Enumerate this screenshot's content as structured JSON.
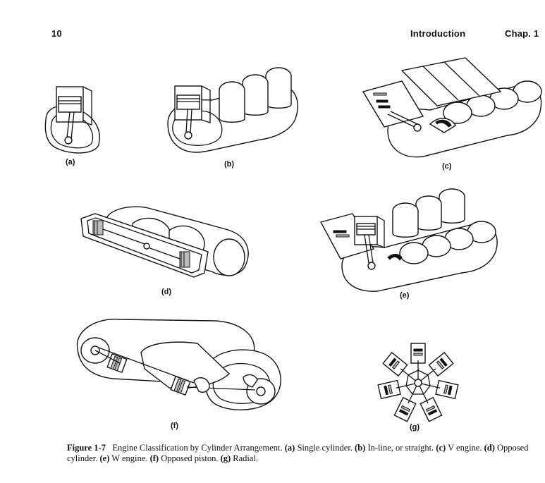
{
  "header": {
    "page_number": "10",
    "section": "Introduction",
    "chapter": "Chap. 1"
  },
  "figures": [
    {
      "label": "(a)"
    },
    {
      "label": "(b)"
    },
    {
      "label": "(c)"
    },
    {
      "label": "(d)"
    },
    {
      "label": "(e)"
    },
    {
      "label": "(f)"
    },
    {
      "label": "(g)"
    }
  ],
  "caption": {
    "figure_id": "Figure 1-7",
    "title": "Engine Classification by Cylinder Arrangement.",
    "items": [
      {
        "tag": "(a)",
        "text": "Single cylinder."
      },
      {
        "tag": "(b)",
        "text": "In-line, or straight."
      },
      {
        "tag": "(c)",
        "text": "V engine."
      },
      {
        "tag": "(d)",
        "text": "Opposed cylinder."
      },
      {
        "tag": "(e)",
        "text": "W engine."
      },
      {
        "tag": "(f)",
        "text": "Opposed piston."
      },
      {
        "tag": "(g)",
        "text": "Radial."
      }
    ]
  }
}
